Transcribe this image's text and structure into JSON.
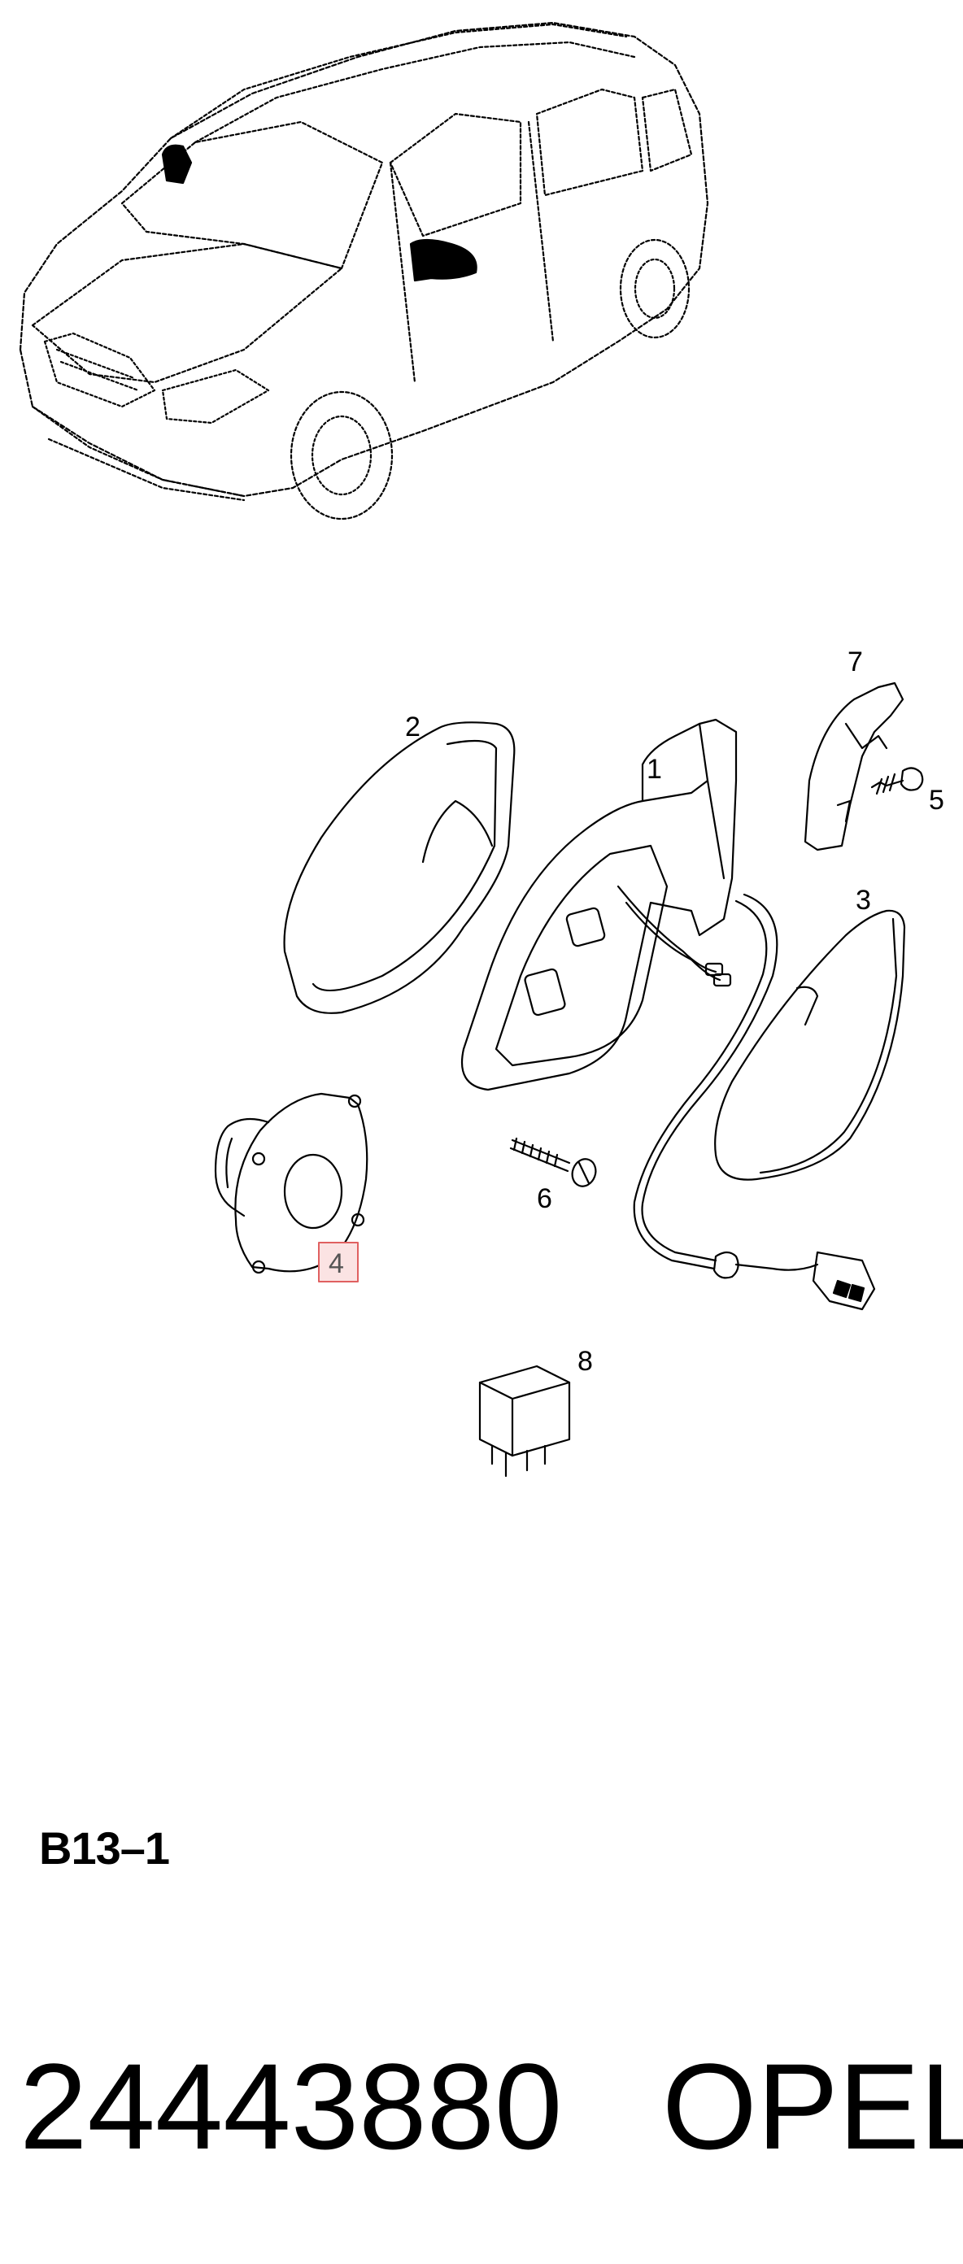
{
  "callouts": {
    "c1": "1",
    "c2": "2",
    "c3": "3",
    "c4": "4",
    "c5": "5",
    "c6": "6",
    "c7": "7",
    "c8": "8"
  },
  "highlight_color": "#e06060",
  "page_code": "B13–1",
  "footer": {
    "part_number": "24443880",
    "brand": "OPEL"
  }
}
